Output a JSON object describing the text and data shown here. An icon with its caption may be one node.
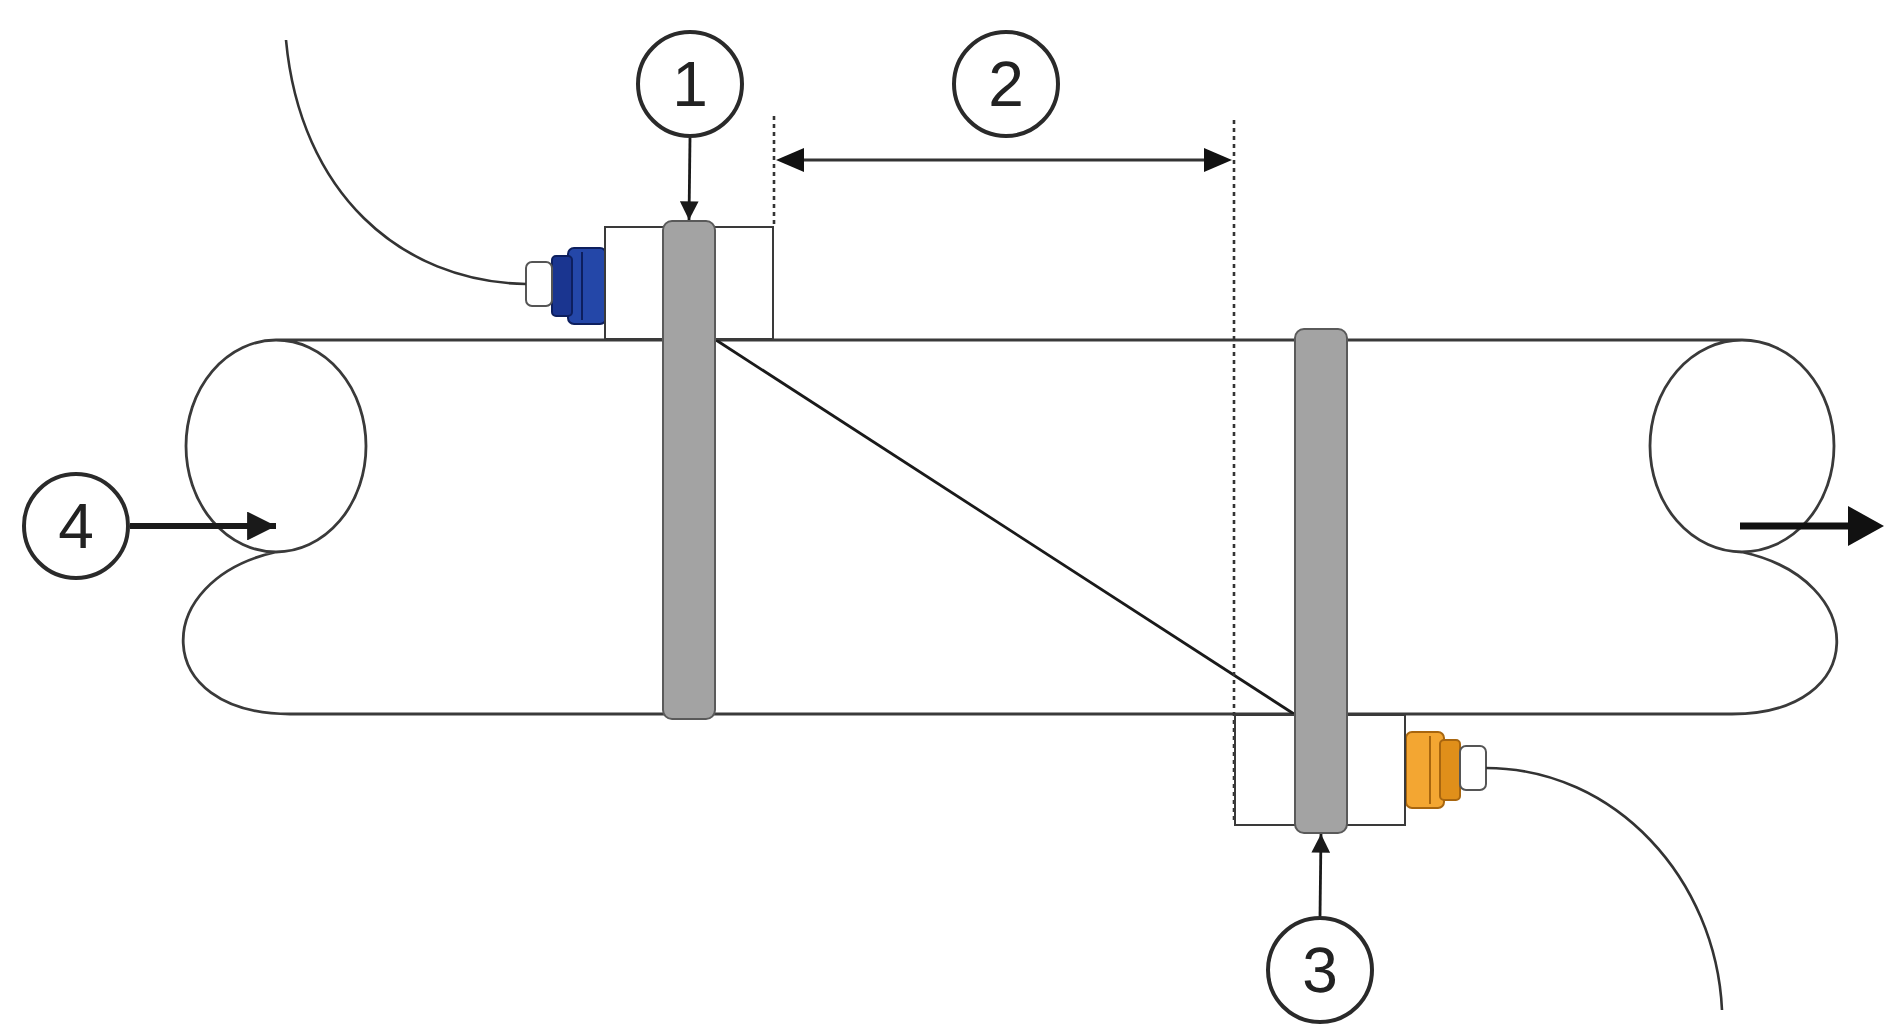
{
  "diagram": {
    "nodes": [
      {
        "text": [
          "1"
        ]
      },
      {
        "text": [
          "2"
        ]
      },
      {
        "text": [],
        "shape": "box"
      },
      {
        "text": [],
        "shape": "bar"
      },
      {
        "text": [
          "4"
        ]
      },
      {
        "text": [],
        "shape": "bar"
      },
      {
        "text": [],
        "shape": "box"
      },
      {
        "text": [
          "3"
        ]
      }
    ],
    "edges": [
      {
        "from": 0,
        "to": 3,
        "arrow": "to"
      },
      {
        "from": 7,
        "to": 5,
        "arrow": "to"
      },
      {
        "from": 4,
        "to": null,
        "arrow": "to",
        "style": "thick"
      },
      {
        "from": 3,
        "to": 5,
        "arrow": "none"
      }
    ]
  }
}
